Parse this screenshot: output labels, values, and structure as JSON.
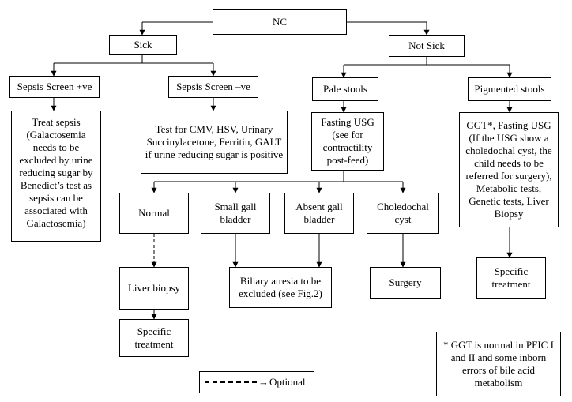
{
  "nodes": {
    "nc": "NC",
    "sick": "Sick",
    "not_sick": "Not Sick",
    "sepsis_pos": "Sepsis Screen +ve",
    "sepsis_neg": "Sepsis Screen –ve",
    "pale_stools": "Pale stools",
    "pigmented_stools": "Pigmented stools",
    "treat_sepsis": "Treat sepsis (Galactosemia needs to be excluded by urine reducing sugar by Benedict’s test as sepsis can be associated with Galactosemia)",
    "test_cmv": "Test for CMV, HSV, Urinary Succinylacetone, Ferritin, GALT if urine reducing sugar is positive",
    "fasting_usg": "Fasting USG (see for contractility post-feed)",
    "ggt_usg": "GGT*, Fasting USG (If the USG show a choledochal cyst, the child needs to be referred for surgery), Metabolic tests, Genetic tests, Liver Biopsy",
    "normal": "Normal",
    "small_gb": "Small gall bladder",
    "absent_gb": "Absent gall bladder",
    "choledochal_cyst": "Choledochal cyst",
    "liver_biopsy": "Liver biopsy",
    "biliary_atresia": "Biliary atresia to be excluded (see Fig.2)",
    "surgery": "Surgery",
    "specific_treatment_left": "Specific treatment",
    "specific_treatment_right": "Specific treatment",
    "footnote": "* GGT is normal in PFIC I and II and some inborn errors of bile acid metabolism"
  },
  "legend": {
    "arrow": "→",
    "label": "Optional"
  },
  "colors": {
    "line": "#000000",
    "box_border": "#000000",
    "background": "#ffffff"
  }
}
